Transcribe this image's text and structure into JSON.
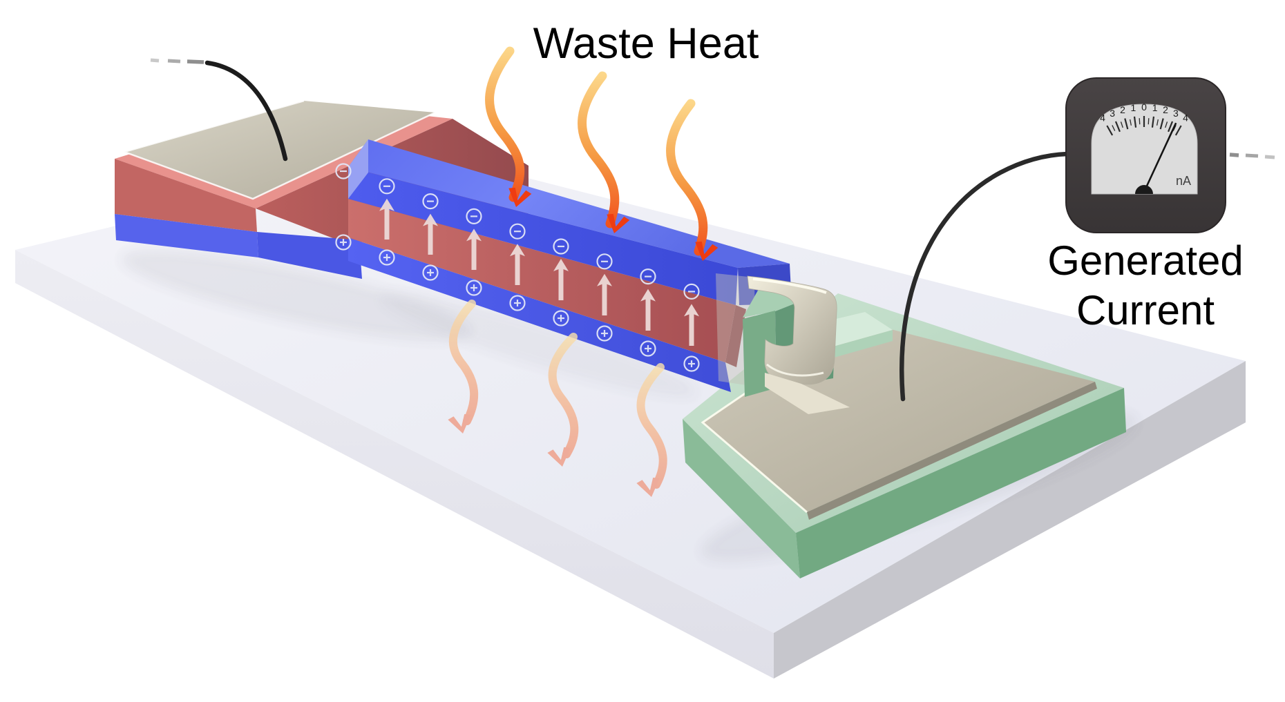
{
  "title": "Waste Heat",
  "meter": {
    "label_lines": [
      "Generated",
      "Current"
    ],
    "unit": "nA",
    "scale_labels": [
      "4",
      "3",
      "2",
      "1",
      "0",
      "1",
      "2",
      "3",
      "4"
    ],
    "scale_max": 4,
    "reading": 3.4
  },
  "charges": {
    "negative_symbol": "−",
    "positive_symbol": "+",
    "negative_count": 9,
    "positive_count": 9,
    "field_arrow_count": 8
  },
  "heat_arrows": {
    "incoming_count": 3,
    "outgoing_count": 3
  },
  "colors": {
    "electrode_blue": "#5565ee",
    "active_red": "#c06363",
    "pad_green": "#8cbb9a",
    "heat_hot": "#f1511d",
    "heat_warm": "#fcd98c",
    "charge_symbol": "#e2e6f7",
    "field_arrow": "#ecd9d7",
    "meter_body": "#413d3e",
    "meter_face": "#dcdcdc",
    "wire": "#222222"
  }
}
